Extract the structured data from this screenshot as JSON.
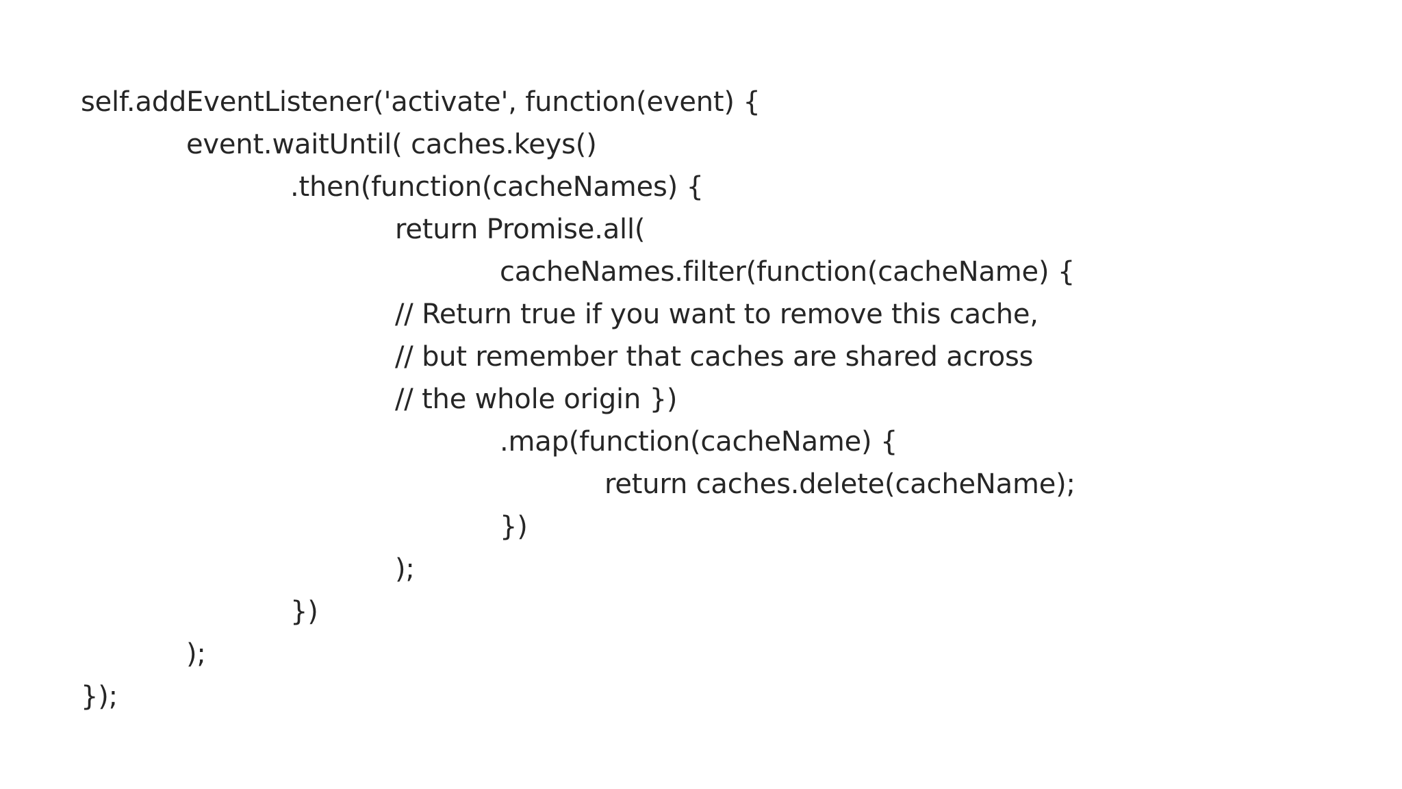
{
  "slide": {
    "background_color": "#ffffff",
    "text_color": "#262626",
    "code": {
      "language": "javascript",
      "lines": [
        {
          "indent": 0,
          "text": "self.addEventListener('activate', function(event) {"
        },
        {
          "indent": 1,
          "text": "event.waitUntil( caches.keys()"
        },
        {
          "indent": 2,
          "text": ".then(function(cacheNames) {"
        },
        {
          "indent": 3,
          "text": "return Promise.all("
        },
        {
          "indent": 4,
          "text": "cacheNames.filter(function(cacheName) {"
        },
        {
          "indent": 3,
          "text": "// Return true if you want to remove this cache,"
        },
        {
          "indent": 3,
          "text": "// but remember that caches are shared across"
        },
        {
          "indent": 3,
          "text": "// the whole origin })"
        },
        {
          "indent": 4,
          "text": ".map(function(cacheName) {"
        },
        {
          "indent": 5,
          "text": "return caches.delete(cacheName);"
        },
        {
          "indent": 4,
          "text": "})"
        },
        {
          "indent": 3,
          "text": ");"
        },
        {
          "indent": 2,
          "text": "})"
        },
        {
          "indent": 1,
          "text": ");"
        },
        {
          "indent": 0,
          "text": "});"
        }
      ]
    }
  }
}
